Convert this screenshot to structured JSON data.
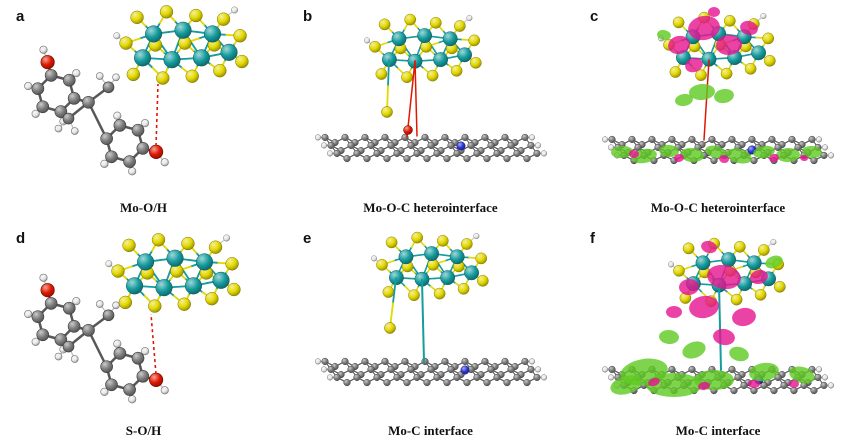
{
  "figure": {
    "panels": [
      {
        "id": "a",
        "label": "a",
        "caption": "Mo-O/H"
      },
      {
        "id": "b",
        "label": "b",
        "caption": "Mo-O-C heterointerface"
      },
      {
        "id": "c",
        "label": "c",
        "caption": "Mo-O-C heterointerface"
      },
      {
        "id": "d",
        "label": "d",
        "caption": "S-O/H"
      },
      {
        "id": "e",
        "label": "e",
        "caption": "Mo-C interface"
      },
      {
        "id": "f",
        "label": "f",
        "caption": "Mo-C interface"
      }
    ]
  },
  "colors": {
    "molybdenum": "#159c9e",
    "sulfur": "#e3d800",
    "carbon": "#7d7d7d",
    "hydrogen": "#e9e9e9",
    "oxygen": "#e01800",
    "nitrogen": "#2b36d9",
    "charge_gain_green": "#5ecb21",
    "charge_loss_magenta": "#e61390",
    "background": "#ffffff",
    "label_text": "#111111"
  }
}
